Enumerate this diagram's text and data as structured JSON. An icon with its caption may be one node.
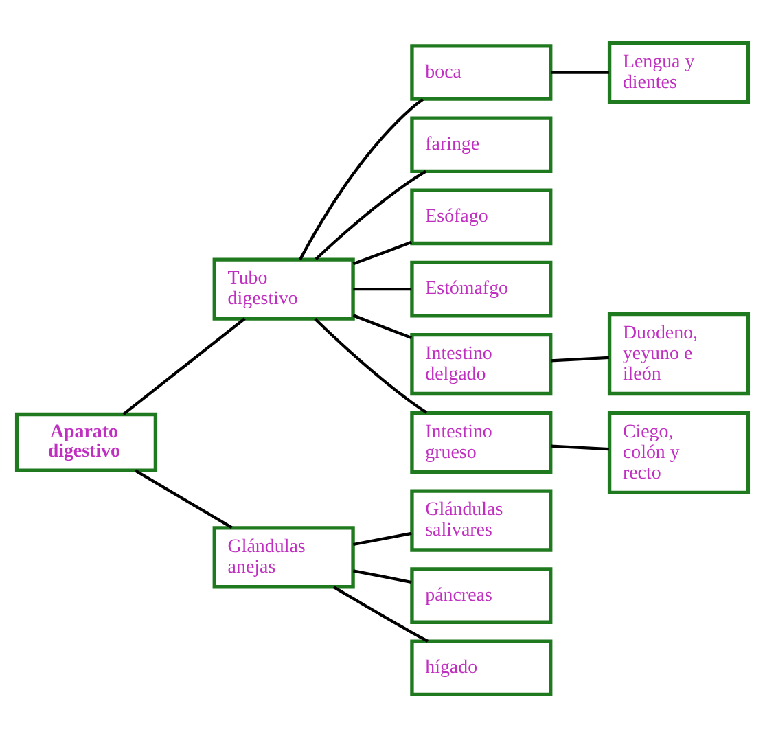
{
  "diagram": {
    "nodes": [
      {
        "text": [
          "Aparato digestivo"
        ]
      },
      {
        "text": [
          "Tubo digestivo"
        ]
      },
      {
        "text": [
          "boca"
        ]
      },
      {
        "text": [
          "Lengua y dientes"
        ]
      },
      {
        "text": [
          "faringe"
        ]
      },
      {
        "text": [
          "Esófago"
        ]
      },
      {
        "text": [
          "Estómafgo"
        ]
      },
      {
        "text": [
          "Intestino delgado"
        ]
      },
      {
        "text": [
          "Duodeno, yeyuno e ileón"
        ]
      },
      {
        "text": [
          "Intestino grueso"
        ]
      },
      {
        "text": [
          "Ciego, colón y recto"
        ]
      },
      {
        "text": [
          "Glándulas anejas"
        ]
      },
      {
        "text": [
          "Glándulas salivares"
        ]
      },
      {
        "text": [
          "páncreas"
        ]
      },
      {
        "text": [
          "hígado"
        ]
      }
    ],
    "edges": [
      {
        "from": 0,
        "to": 1,
        "arrow": "none"
      },
      {
        "from": 0,
        "to": 11,
        "arrow": "none"
      },
      {
        "from": 1,
        "to": 2,
        "arrow": "none"
      },
      {
        "from": 1,
        "to": 4,
        "arrow": "none"
      },
      {
        "from": 1,
        "to": 5,
        "arrow": "none"
      },
      {
        "from": 1,
        "to": 6,
        "arrow": "none"
      },
      {
        "from": 1,
        "to": 7,
        "arrow": "none"
      },
      {
        "from": 1,
        "to": 9,
        "arrow": "none"
      },
      {
        "from": 2,
        "to": 3,
        "arrow": "none"
      },
      {
        "from": 7,
        "to": 8,
        "arrow": "none"
      },
      {
        "from": 9,
        "to": 10,
        "arrow": "none"
      },
      {
        "from": 11,
        "to": 12,
        "arrow": "none"
      },
      {
        "from": 11,
        "to": 13,
        "arrow": "none"
      },
      {
        "from": 11,
        "to": 14,
        "arrow": "none"
      }
    ]
  }
}
